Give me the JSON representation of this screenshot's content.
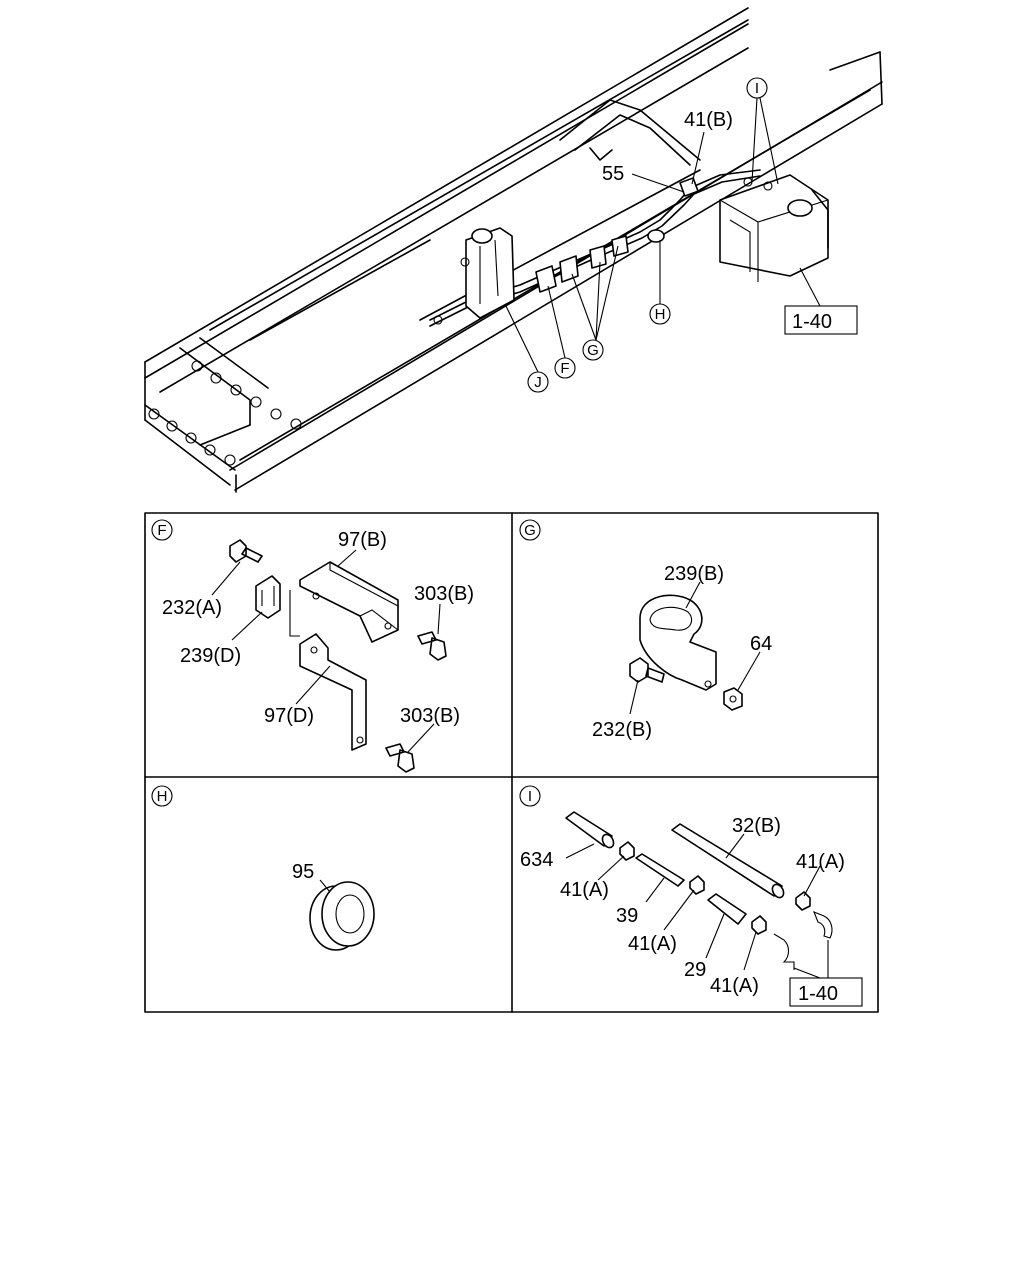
{
  "main_view": {
    "labels": {
      "p41b": "41(B)",
      "p55": "55",
      "ref_box": "1-40"
    },
    "callouts": {
      "i": "I",
      "h": "H",
      "g": "G",
      "f": "F",
      "j": "J"
    }
  },
  "panels": {
    "f": {
      "id": "F",
      "labels": {
        "p97b": "97(B)",
        "p232a": "232(A)",
        "p303b_top": "303(B)",
        "p239d": "239(D)",
        "p97d": "97(D)",
        "p303b_bottom": "303(B)"
      }
    },
    "g": {
      "id": "G",
      "labels": {
        "p239b": "239(B)",
        "p64": "64",
        "p232b": "232(B)"
      }
    },
    "h": {
      "id": "H",
      "labels": {
        "p95": "95"
      }
    },
    "i": {
      "id": "I",
      "labels": {
        "p634": "634",
        "p32b": "32(B)",
        "p41a_1": "41(A)",
        "p41a_2": "41(A)",
        "p39": "39",
        "p41a_3": "41(A)",
        "p29": "29",
        "p41a_4": "41(A)",
        "ref_box": "1-40"
      }
    }
  }
}
